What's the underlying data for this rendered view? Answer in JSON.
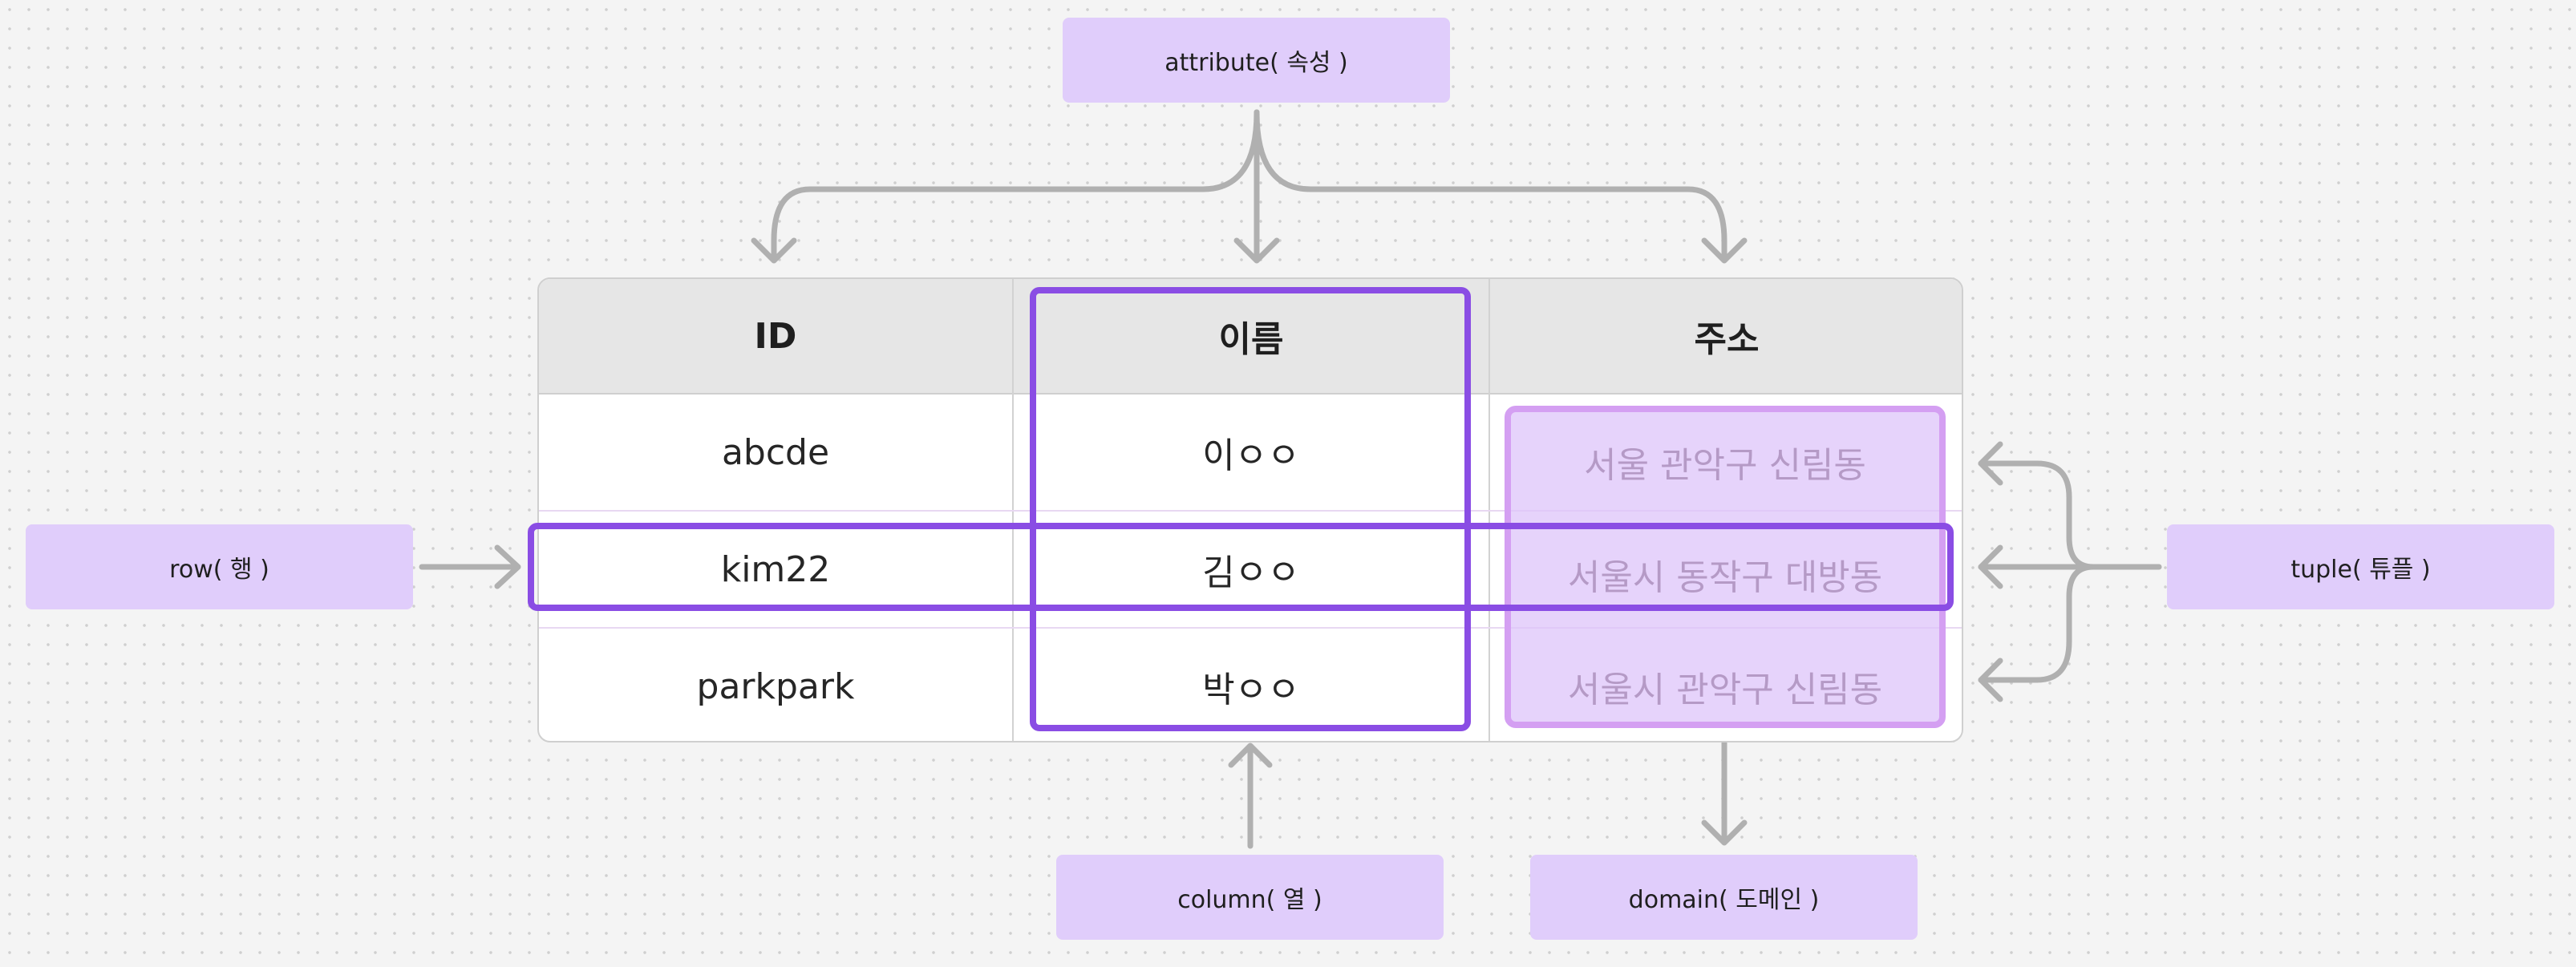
{
  "labels": {
    "attribute": "attribute( 속성 )",
    "row": "row( 행 )",
    "tuple": "tuple( 튜플 )",
    "column": "column( 열 )",
    "domain": "domain( 도메인 )"
  },
  "table": {
    "headers": [
      "ID",
      "이름",
      "주소"
    ],
    "rows": [
      [
        "abcde",
        "이ㅇㅇ",
        "서울 관악구 신림동"
      ],
      [
        "kim22",
        "김ㅇㅇ",
        "서울시 동작구 대방동"
      ],
      [
        "parkpark",
        "박ㅇㅇ",
        "서울시 관악구 신림동"
      ]
    ]
  },
  "colors": {
    "label_fill": "#e0cdfb",
    "highlight_stroke": "#8a4de4",
    "domain_fill": "#ddc4fa",
    "domain_stroke": "#d49ff2",
    "arrow": "#b0b0b0",
    "header_fill": "#e6e6e6"
  }
}
